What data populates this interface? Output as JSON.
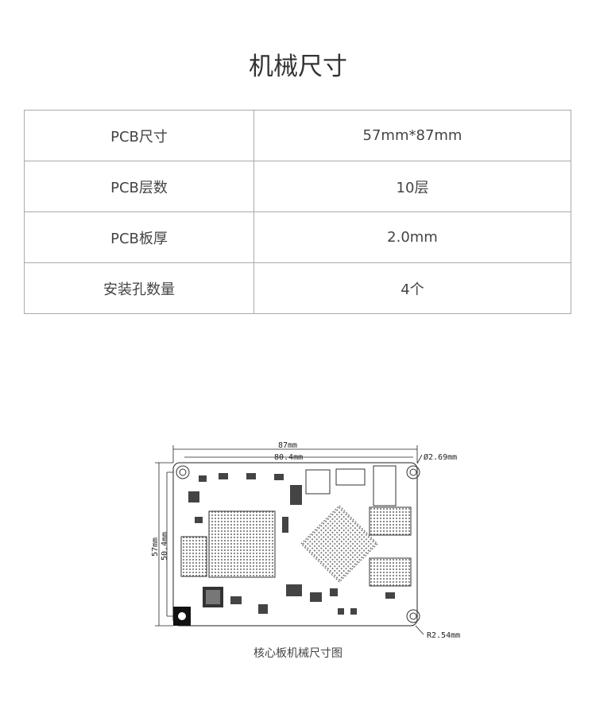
{
  "title": "机械尺寸",
  "specs": [
    {
      "label": "PCB尺寸",
      "value": "57mm*87mm"
    },
    {
      "label": "PCB层数",
      "value": "10层"
    },
    {
      "label": "PCB板厚",
      "value": "2.0mm"
    },
    {
      "label": "安装孔数量",
      "value": "4个"
    }
  ],
  "drawing": {
    "width": "87mm",
    "hole_spacing_x": "80.4mm",
    "height": "57mm",
    "hole_spacing_y": "50.4mm",
    "hole_diameter": "Ø2.69mm",
    "corner_radius": "R2.54mm"
  },
  "caption": "核心板机械尺寸图"
}
